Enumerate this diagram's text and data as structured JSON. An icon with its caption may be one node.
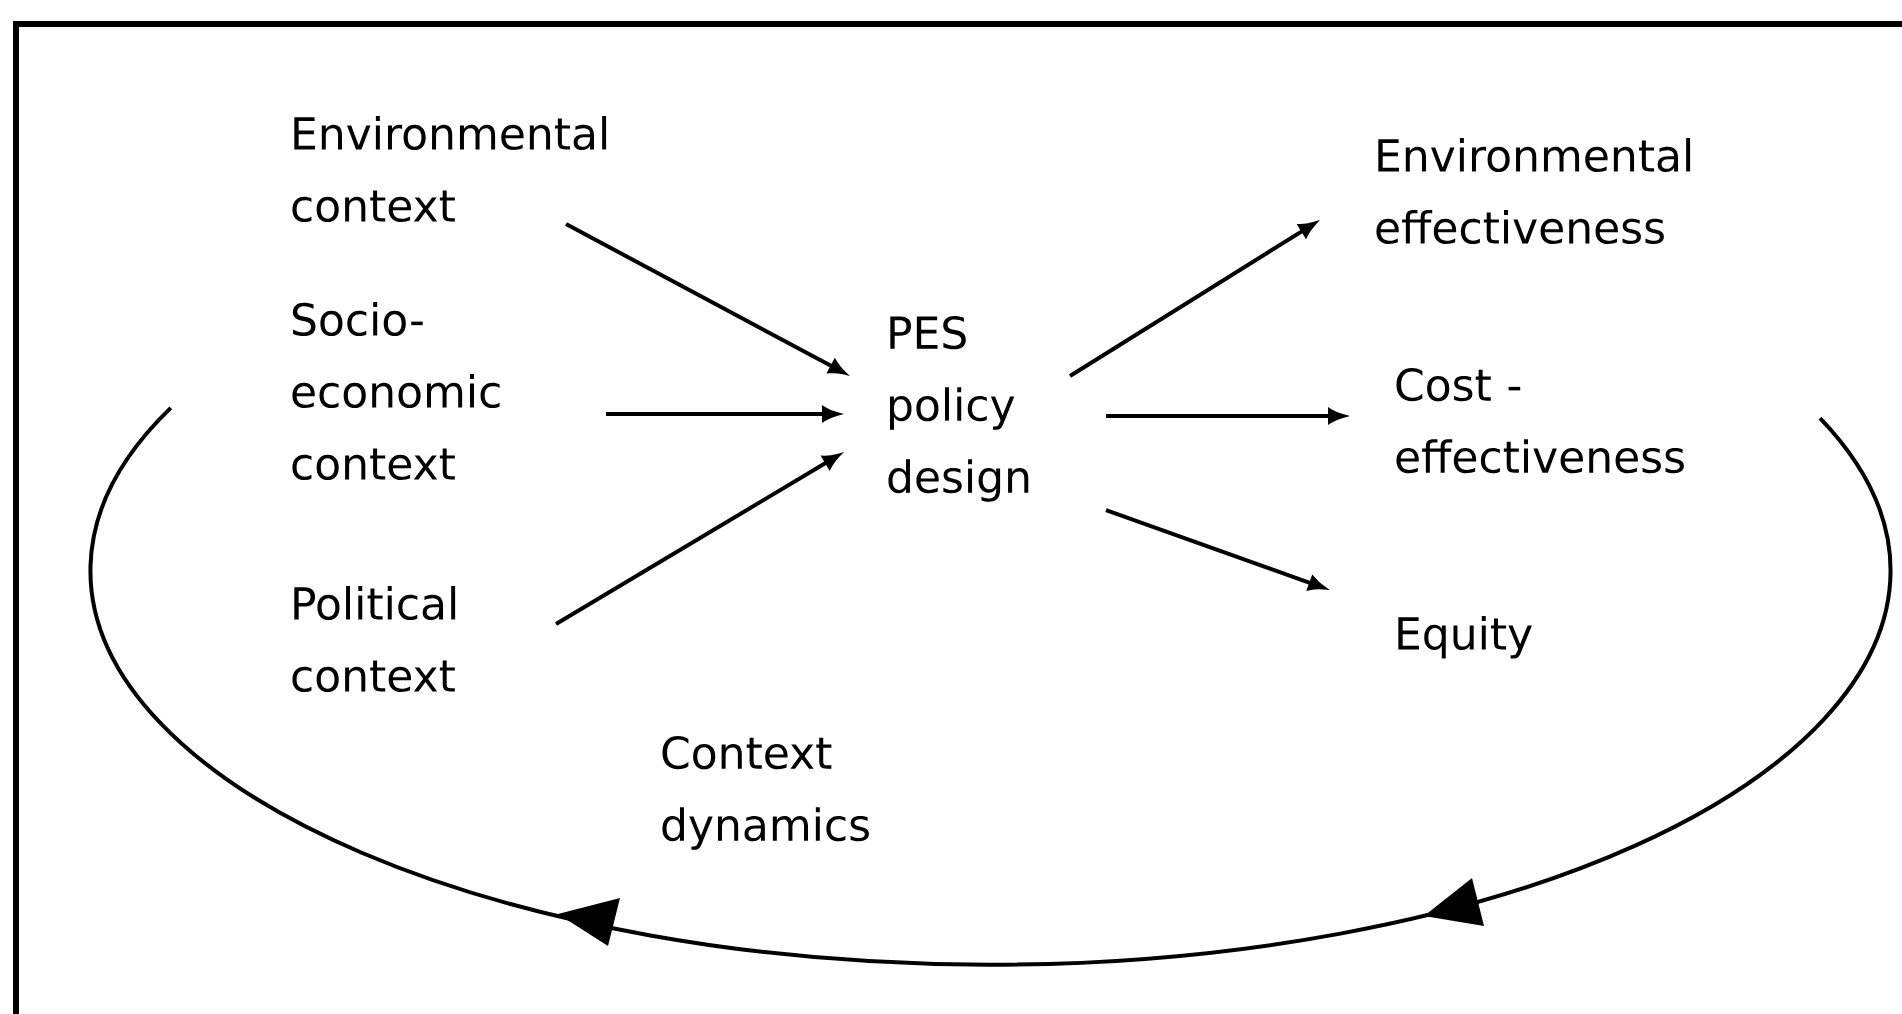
{
  "diagram": {
    "nodes": [
      {
        "text": [
          "Environmental context"
        ]
      },
      {
        "text": [
          "Socio- economic context"
        ]
      },
      {
        "text": [
          "Political context"
        ]
      },
      {
        "text": [
          "PES policy design"
        ]
      },
      {
        "text": [
          "Environmental effectiveness"
        ]
      },
      {
        "text": [
          "Cost - effectiveness"
        ]
      },
      {
        "text": [
          "Equity"
        ]
      }
    ],
    "edges": [
      {
        "from": 0,
        "to": 3,
        "arrow": "to"
      },
      {
        "from": 1,
        "to": 3,
        "arrow": "to"
      },
      {
        "from": 2,
        "to": 3,
        "arrow": "to"
      },
      {
        "from": 3,
        "to": 4,
        "arrow": "to"
      },
      {
        "from": 3,
        "to": 5,
        "arrow": "to"
      },
      {
        "from": 3,
        "to": 6,
        "arrow": "to"
      }
    ],
    "labels": [
      "Context dynamics"
    ]
  }
}
